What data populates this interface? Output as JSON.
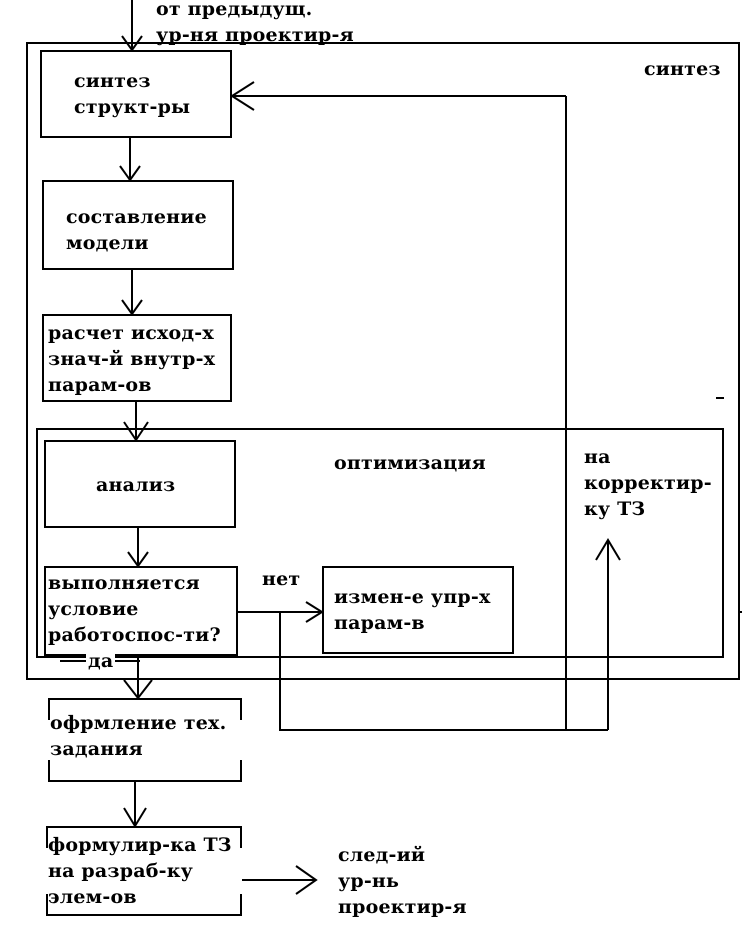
{
  "top_label": "от предыдущ.\nур-ня проектир-я",
  "synthesis_frame_label": "синтез",
  "blocks": {
    "structure_synthesis": "синтез\nструкт-ры",
    "model_building": "составление\nмодели",
    "initial_params": "расчет исход-х\nзнач-й внутр-х\nпарам-ов",
    "analysis": "анализ",
    "condition": "выполняется\nусловие\nработоспос-ти?",
    "change_params": "измен-е упр-х\nпарам-в",
    "spec_formalization": "офрмление тех.\nзадания",
    "spec_formulation": "формулир-ка  ТЗ\nна разраб-ку\nэлем-ов"
  },
  "optimization_label": "оптимизация",
  "spec_correction_label": "на\nкорректир-\nку ТЗ",
  "no_label": "нет",
  "yes_label": "да",
  "next_level_label": "след-ий\nур-нь\nпроектир-я"
}
